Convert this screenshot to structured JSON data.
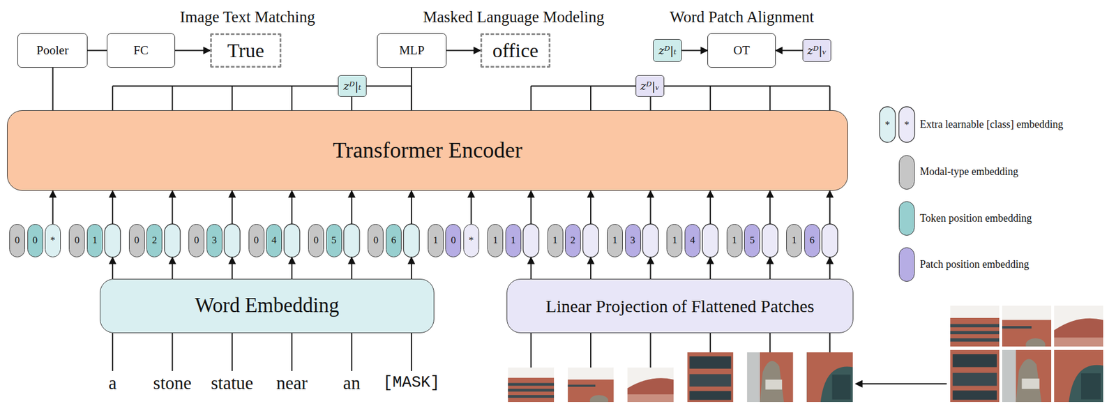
{
  "diagram": {
    "nodes": [
      {
        "text": [
          "Pooler"
        ]
      },
      {
        "text": [
          "FC"
        ]
      },
      {
        "text": [
          "True"
        ]
      },
      {
        "text": [
          "MLP"
        ]
      },
      {
        "text": [
          "office"
        ]
      },
      {
        "text": [
          "zᴰ|ₜ"
        ]
      },
      {
        "text": [
          "OT"
        ]
      },
      {
        "text": [
          "zᴰ|ᵥ"
        ]
      },
      {
        "text": [
          "zᴰ|ₜ"
        ]
      },
      {
        "text": [
          "zᴰ|ᵥ"
        ]
      },
      {
        "text": [
          "Transformer Encoder"
        ]
      },
      {
        "text": [
          "0"
        ]
      },
      {
        "text": [
          "0"
        ]
      },
      {
        "text": [
          "*"
        ]
      },
      {
        "text": [
          "0"
        ]
      },
      {
        "text": [
          "1"
        ]
      },
      {
        "text": [
          "0"
        ]
      },
      {
        "text": [
          "2"
        ]
      },
      {
        "text": [
          "0"
        ]
      },
      {
        "text": [
          "3"
        ]
      },
      {
        "text": [
          "0"
        ]
      },
      {
        "text": [
          "4"
        ]
      },
      {
        "text": [
          "0"
        ]
      },
      {
        "text": [
          "5"
        ]
      },
      {
        "text": [
          "0"
        ]
      },
      {
        "text": [
          "6"
        ]
      },
      {
        "text": [
          "1"
        ]
      },
      {
        "text": [
          "0"
        ]
      },
      {
        "text": [
          "*"
        ]
      },
      {
        "text": [
          "1"
        ]
      },
      {
        "text": [
          "1"
        ]
      },
      {
        "text": [
          "1"
        ]
      },
      {
        "text": [
          "2"
        ]
      },
      {
        "text": [
          "1"
        ]
      },
      {
        "text": [
          "3"
        ]
      },
      {
        "text": [
          "1"
        ]
      },
      {
        "text": [
          "4"
        ]
      },
      {
        "text": [
          "1"
        ]
      },
      {
        "text": [
          "5"
        ]
      },
      {
        "text": [
          "1"
        ]
      },
      {
        "text": [
          "6"
        ]
      },
      {
        "text": [
          "Word Embedding"
        ]
      },
      {
        "text": [
          "Linear Projection of Flattened Patches"
        ]
      }
    ],
    "edges": [
      {
        "from": 0,
        "to": 1,
        "arrow": "none"
      },
      {
        "from": 1,
        "to": 2,
        "arrow": "to"
      },
      {
        "from": 3,
        "to": 4,
        "arrow": "to"
      },
      {
        "from": 5,
        "to": 6,
        "arrow": "to"
      },
      {
        "from": 7,
        "to": 6,
        "arrow": "to"
      },
      {
        "from": 10,
        "to": 0,
        "arrow": "none"
      },
      {
        "from": 10,
        "to": 3,
        "arrow": "none"
      },
      {
        "from": 10,
        "to": 8,
        "arrow": "none"
      },
      {
        "from": 10,
        "to": 9,
        "arrow": "none"
      },
      {
        "from": 13,
        "to": 10,
        "arrow": "to"
      },
      {
        "from": 15,
        "to": 10,
        "arrow": "to"
      },
      {
        "from": 17,
        "to": 10,
        "arrow": "to"
      },
      {
        "from": 19,
        "to": 10,
        "arrow": "to"
      },
      {
        "from": 21,
        "to": 10,
        "arrow": "to"
      },
      {
        "from": 23,
        "to": 10,
        "arrow": "to"
      },
      {
        "from": 25,
        "to": 10,
        "arrow": "to"
      },
      {
        "from": 28,
        "to": 10,
        "arrow": "to"
      },
      {
        "from": 30,
        "to": 10,
        "arrow": "to"
      },
      {
        "from": 32,
        "to": 10,
        "arrow": "to"
      },
      {
        "from": 34,
        "to": 10,
        "arrow": "to"
      },
      {
        "from": 36,
        "to": 10,
        "arrow": "to"
      },
      {
        "from": 38,
        "to": 10,
        "arrow": "to"
      },
      {
        "from": 40,
        "to": 10,
        "arrow": "to"
      },
      {
        "from": 41,
        "to": 15,
        "arrow": "to"
      },
      {
        "from": 41,
        "to": 17,
        "arrow": "to"
      },
      {
        "from": 41,
        "to": 19,
        "arrow": "to"
      },
      {
        "from": 41,
        "to": 21,
        "arrow": "to"
      },
      {
        "from": 41,
        "to": 23,
        "arrow": "to"
      },
      {
        "from": 41,
        "to": 25,
        "arrow": "to"
      },
      {
        "from": 42,
        "to": 30,
        "arrow": "to"
      },
      {
        "from": 42,
        "to": 32,
        "arrow": "to"
      },
      {
        "from": 42,
        "to": 34,
        "arrow": "to"
      },
      {
        "from": 42,
        "to": 36,
        "arrow": "to"
      },
      {
        "from": 42,
        "to": 38,
        "arrow": "to"
      },
      {
        "from": 42,
        "to": 40,
        "arrow": "to"
      }
    ],
    "labels": [
      "Image Text Matching",
      "Masked Language Modeling",
      "Word Patch Alignment",
      "a",
      "stone",
      "statue",
      "near",
      "an",
      "[MASK]",
      "*",
      "*"
    ],
    "legend": [
      {
        "text": "Extra learnable [class] embedding"
      },
      {
        "text": "Modal-type embedding",
        "color": "#c6c6c6"
      },
      {
        "text": "Token position embedding",
        "color": "#97cfcf"
      },
      {
        "text": "Patch position embedding",
        "color": "#b6ade4"
      }
    ]
  }
}
